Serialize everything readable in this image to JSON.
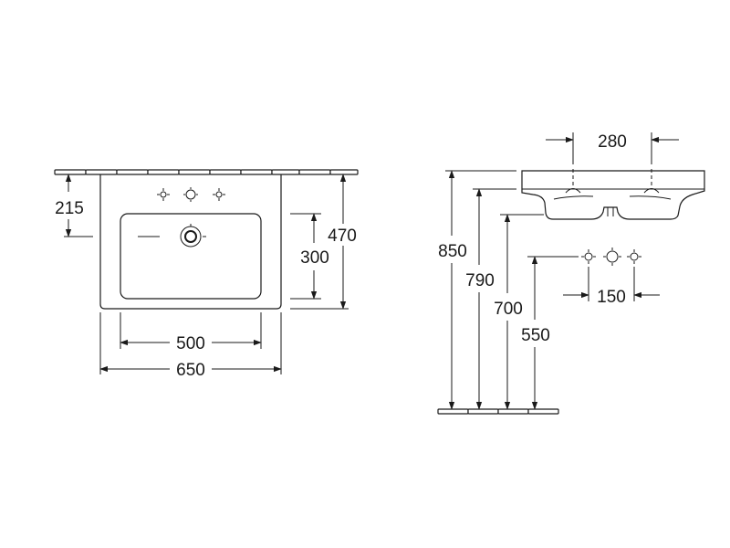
{
  "dimensions": {
    "overflow_height": "215",
    "basin_depth": "470",
    "bowl_depth": "300",
    "bowl_width": "500",
    "overall_width": "650",
    "tap_spacing": "280",
    "tap_hole_spacing": "150",
    "height_rim": "850",
    "height_underside": "790",
    "height_bowl": "700",
    "height_waste": "550"
  }
}
